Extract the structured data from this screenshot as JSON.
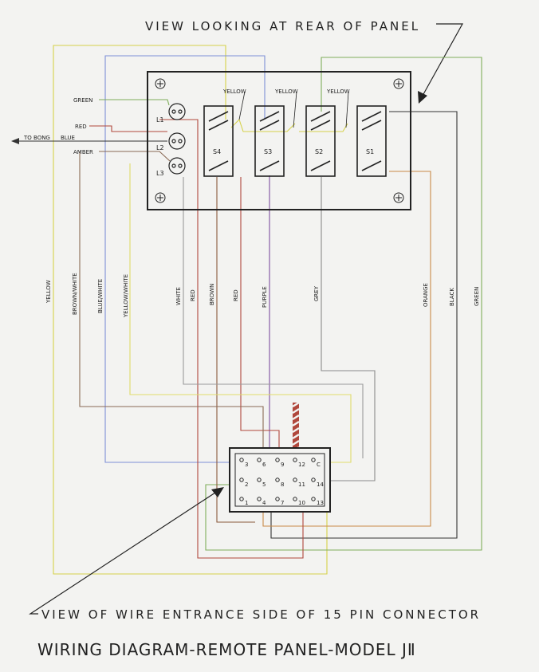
{
  "header_note": "VIEW LOOKING AT REAR OF PANEL",
  "footer_note": "VIEW OF WIRE ENTRANCE SIDE OF 15 PIN CONNECTOR",
  "title": "WIRING DIAGRAM-REMOTE PANEL-MODEL JⅡ",
  "to_bong": "TO BONG",
  "blue_short": "BLUE",
  "lamp_wires": {
    "green": "GREEN",
    "red": "RED",
    "amber": "AMBER"
  },
  "lamps": [
    "L1",
    "L2",
    "L3"
  ],
  "switches": [
    "S4",
    "S3",
    "S2",
    "S1"
  ],
  "yellow_jumper": "YELLOW",
  "cable_labels": {
    "yellow": "YELLOW",
    "brown_white": "BROWN/WHITE",
    "blue_white": "BLUE/WHITE",
    "yellow_white": "YELLOW/WHITE",
    "white": "WHITE",
    "red1": "RED",
    "brown": "BROWN",
    "red2": "RED",
    "purple": "PURPLE",
    "grey": "GREY",
    "orange": "ORANGE",
    "black": "BLACK",
    "green": "GREEN"
  },
  "pins": [
    "3",
    "6",
    "9",
    "12",
    "C",
    "2",
    "5",
    "8",
    "11",
    "14",
    "1",
    "4",
    "7",
    "10",
    "13"
  ],
  "colors": {
    "yellow": "#d6d24a",
    "green": "#7fae5a",
    "blue": "#7d8fd6",
    "red": "#b0473c",
    "brown": "#8a5a3c",
    "purple": "#7d4ea0",
    "grey": "#8a8a8a",
    "orange": "#c98a48",
    "black": "#333333",
    "white": "#9a9a9a",
    "ink": "#222222"
  }
}
